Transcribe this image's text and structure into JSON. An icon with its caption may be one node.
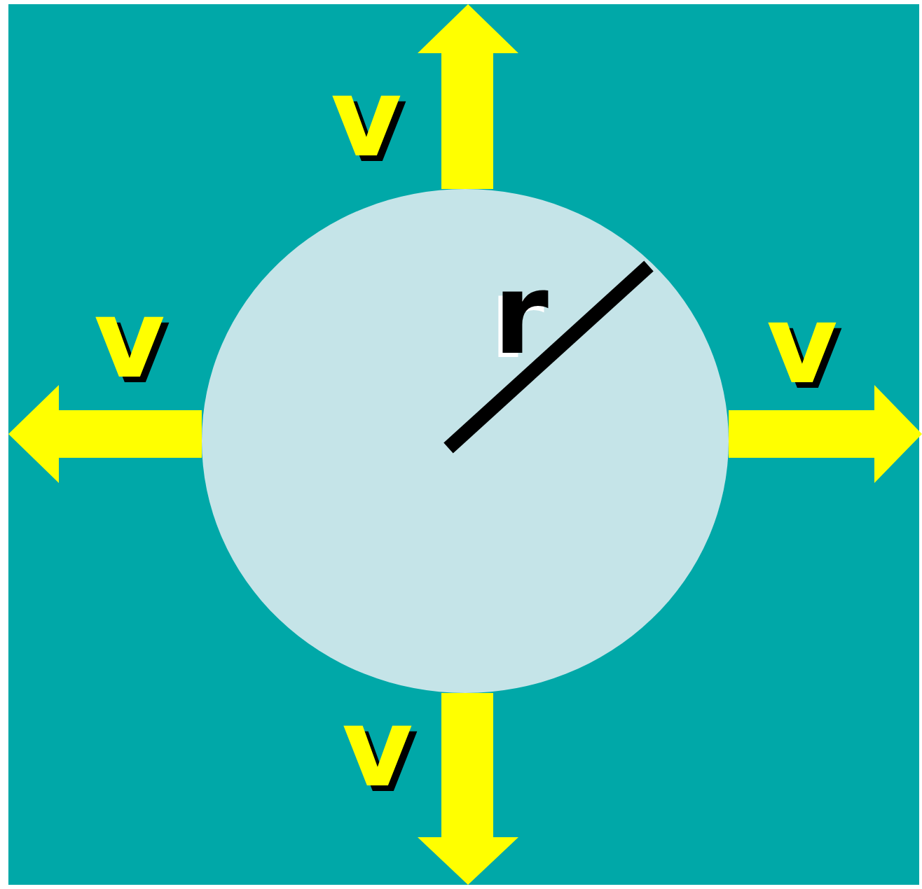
{
  "diagram": {
    "nodes": [
      {
        "text": [
          "r"
        ]
      }
    ],
    "edges": [],
    "labels": [
      "v",
      "v",
      "v",
      "v"
    ]
  }
}
